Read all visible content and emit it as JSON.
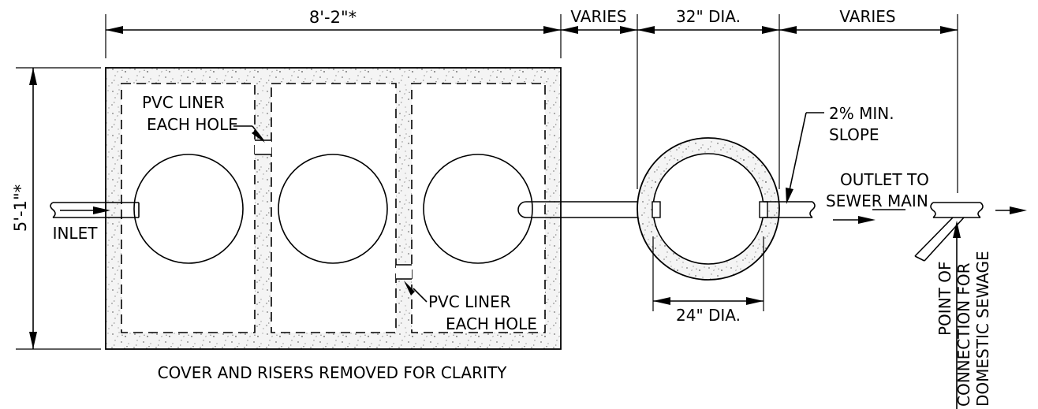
{
  "dimensions": {
    "overall_length": "8'-2\"*",
    "overall_width": "5'-1\"*",
    "varies_left": "VARIES",
    "outer_diameter": "32\" DIA.",
    "varies_right": "VARIES",
    "inner_diameter": "24\" DIA."
  },
  "labels": {
    "pvc_liner_top_line1": "PVC LINER",
    "pvc_liner_top_line2": "EACH HOLE",
    "pvc_liner_bottom_line1": "PVC LINER",
    "pvc_liner_bottom_line2": "EACH HOLE",
    "inlet": "INLET",
    "slope_line1": "2% MIN.",
    "slope_line2": "SLOPE",
    "outlet_line1": "OUTLET TO",
    "outlet_line2": "SEWER MAIN",
    "connection_line1": "POINT OF",
    "connection_line2": "CONNECTION FOR",
    "connection_line3": "DOMESTIC SEWAGE",
    "caption": "COVER AND RISERS REMOVED FOR CLARITY"
  }
}
